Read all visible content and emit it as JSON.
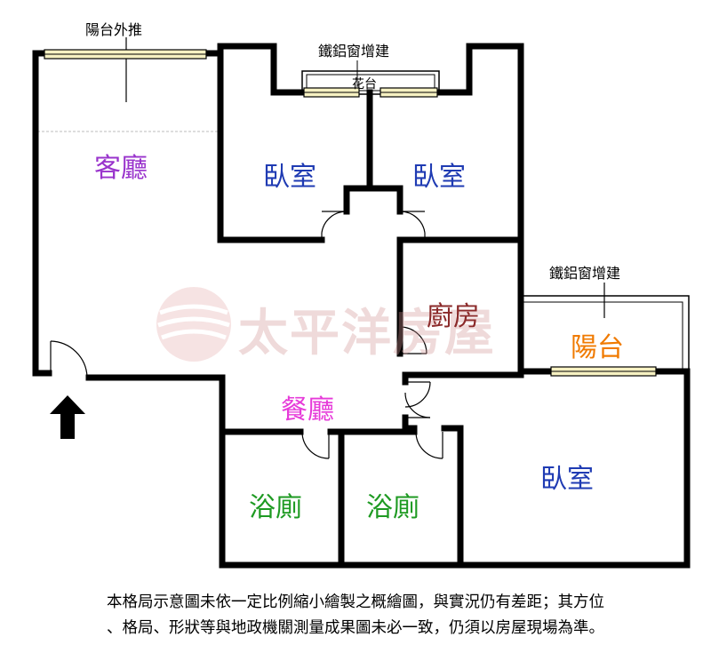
{
  "rooms": {
    "living": {
      "label": "客廳",
      "color": "#9933cc"
    },
    "bed1": {
      "label": "臥室",
      "color": "#1f3bb3"
    },
    "bed2": {
      "label": "臥室",
      "color": "#1f3bb3"
    },
    "bed3": {
      "label": "臥室",
      "color": "#1f3bb3"
    },
    "kitchen": {
      "label": "廚房",
      "color": "#8b2a2a"
    },
    "balcony": {
      "label": "陽台",
      "color": "#f07a00"
    },
    "dining": {
      "label": "餐廳",
      "color": "#e63ad9"
    },
    "bath1": {
      "label": "浴廁",
      "color": "#1e9a22"
    },
    "bath2": {
      "label": "浴廁",
      "color": "#1e9a22"
    }
  },
  "notes": {
    "balcony_push": "陽台外推",
    "window_top": "鐵鋁窗增建",
    "planter": "花台",
    "window_right": "鐵鋁窗增建"
  },
  "watermark": {
    "text": "太平洋房屋"
  },
  "disclaimer": {
    "line1": "本格局示意圖未依一定比例縮小繪製之概繪圖，與實況仍有差距；其方位",
    "line2": "、格局、形狀等與地政機關測量成果圖未必一致，仍須以房屋現場為準。"
  },
  "icons": {
    "entrance": "entrance-arrow-icon",
    "logo": "company-logo-icon"
  }
}
